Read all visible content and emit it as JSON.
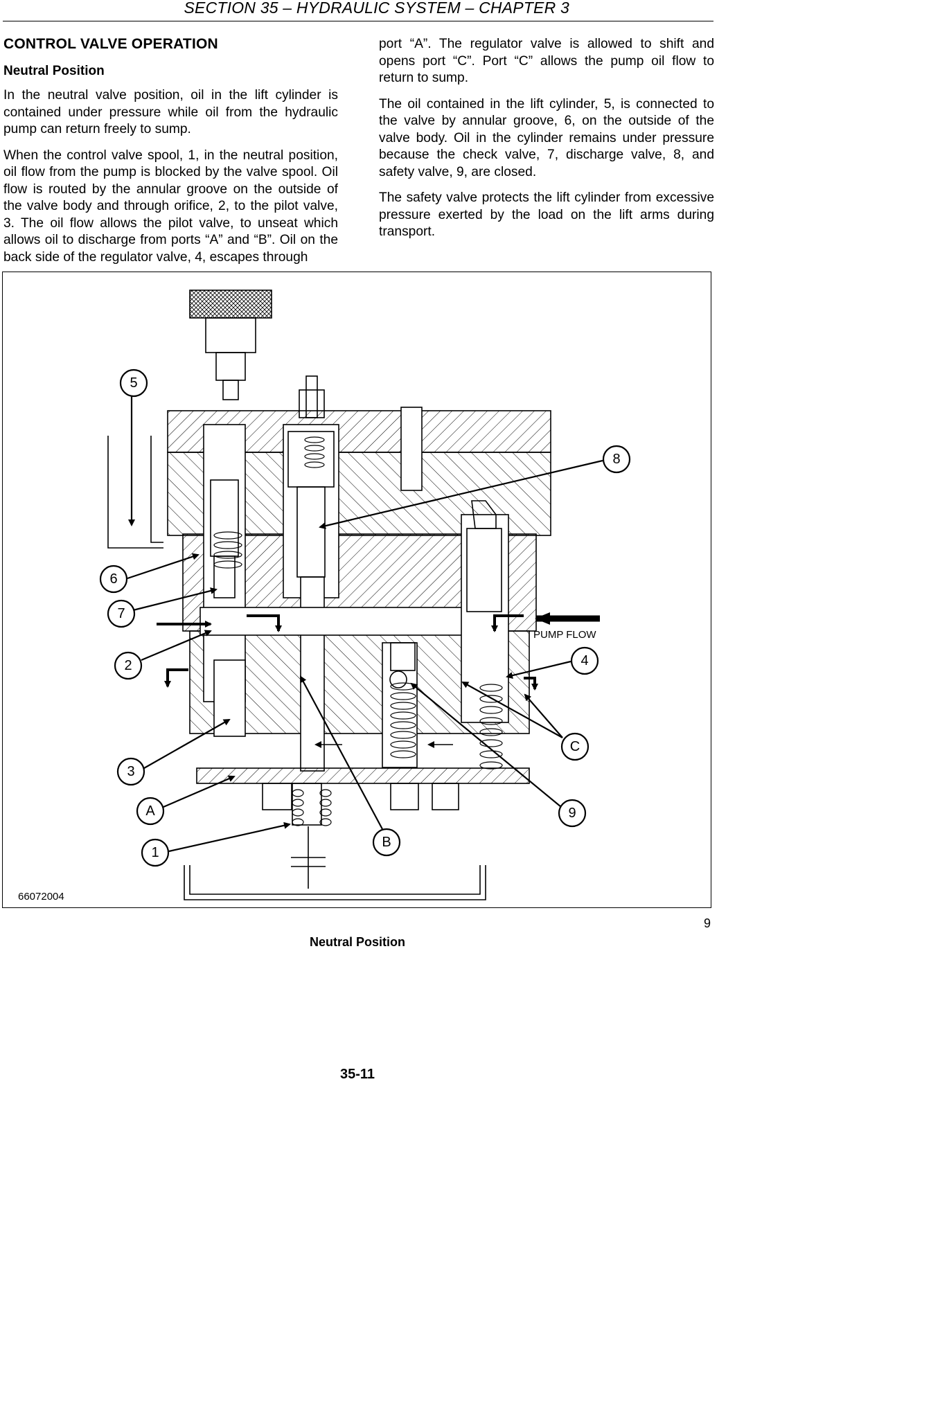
{
  "header": {
    "title": "SECTION 35 – HYDRAULIC SYSTEM – CHAPTER 3"
  },
  "left_column": {
    "heading": "CONTROL VALVE OPERATION",
    "subheading": "Neutral Position",
    "paragraphs": [
      "In the neutral valve position, oil in the lift cylinder is contained under pressure while oil from the hydraulic pump can return freely to sump.",
      "When the control valve spool, 1, in the neutral position, oil flow from the pump is blocked by the valve spool. Oil flow is routed by the annular groove on the outside of the valve body and through orifice, 2, to the pilot valve, 3. The oil flow allows the pilot valve, to unseat which allows oil to discharge from ports “A” and “B”. Oil on the back side of the regulator valve, 4, escapes through"
    ]
  },
  "right_column": {
    "paragraphs": [
      "port “A”. The regulator valve is allowed to shift and opens port “C”. Port “C” allows the pump oil flow to return to sump.",
      "The oil contained in the lift cylinder, 5, is connected to the valve by annular groove, 6, on the outside of the valve body. Oil in the cylinder remains under pressure because the check valve, 7, discharge valve, 8, and safety valve, 9, are closed.",
      "The safety valve protects the lift cylinder from excessive pressure exerted by the load on the lift arms during transport."
    ]
  },
  "figure": {
    "callouts": {
      "c5": "5",
      "c6": "6",
      "c7": "7",
      "c2": "2",
      "c3": "3",
      "cA": "A",
      "c1": "1",
      "c8": "8",
      "c4": "4",
      "cC": "C",
      "c9": "9",
      "cB": "B"
    },
    "pump_flow_label": "PUMP FLOW",
    "figure_id": "66072004"
  },
  "figure_ref": "9",
  "caption": "Neutral Position",
  "page_number": "35-11"
}
